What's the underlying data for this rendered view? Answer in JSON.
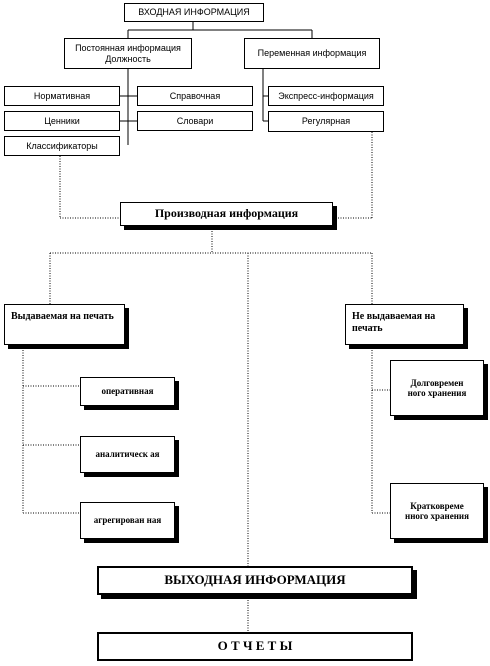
{
  "input": {
    "title": "ВХОДНАЯ ИНФОРМАЦИЯ",
    "constant": {
      "line1": "Постоянная информация",
      "line2": "Должность"
    },
    "variable": "Переменная информация",
    "constant_items": [
      "Нормативная",
      "Справочная",
      "Ценники",
      "Словари",
      "Классификаторы"
    ],
    "variable_items": [
      "Экспресс-информация",
      "Регулярная"
    ]
  },
  "derived": {
    "title": "Производная информация",
    "printed": {
      "title": "Выдаваемая на печать",
      "items": [
        "оперативная",
        "аналитическ ая",
        "агрегирован ная"
      ]
    },
    "not_printed": {
      "title": "Не выдаваемая на печать",
      "items": [
        "Долговремен ного хранения",
        "Кратковреме нного хранения"
      ]
    }
  },
  "output": {
    "title": "ВЫХОДНАЯ ИНФОРМАЦИЯ",
    "reports": "О Т Ч Е Т Ы"
  }
}
